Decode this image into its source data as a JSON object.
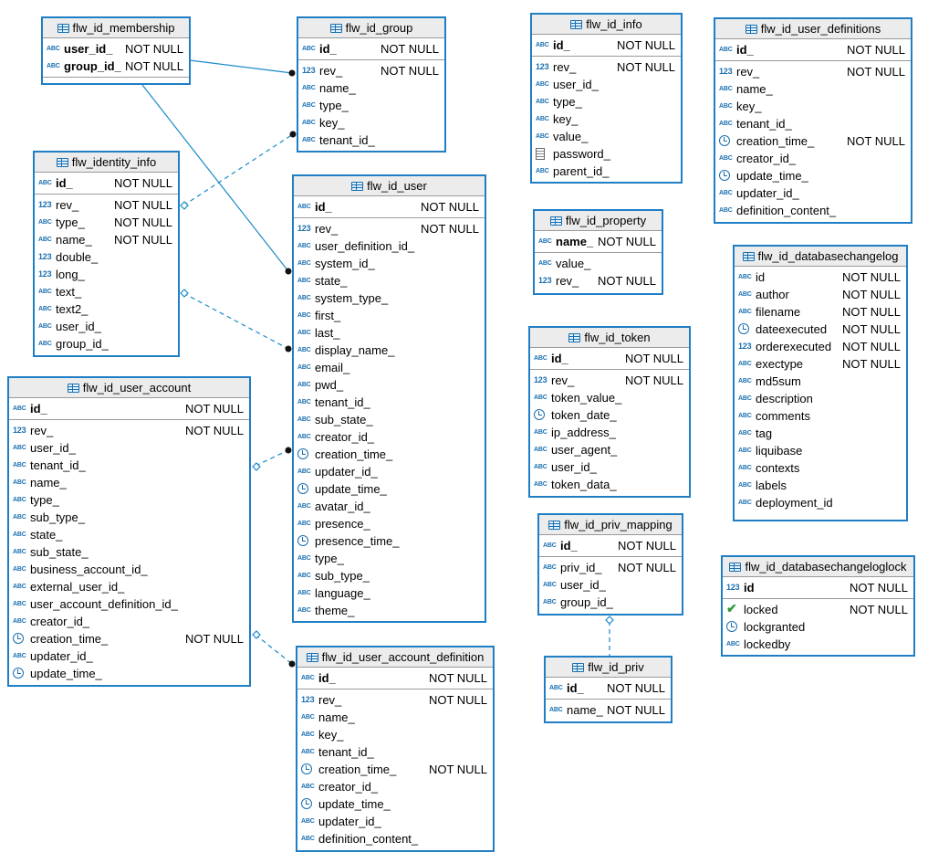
{
  "tables": [
    {
      "id": "flw_id_membership",
      "title": "flw_id_membership",
      "pk": [
        {
          "t": "abc",
          "n": "user_id_",
          "nn": "NOT NULL"
        },
        {
          "t": "abc",
          "n": "group_id_",
          "nn": "NOT NULL"
        }
      ],
      "cols": []
    },
    {
      "id": "flw_id_group",
      "title": "flw_id_group",
      "pk": [
        {
          "t": "abc",
          "n": "id_",
          "nn": "NOT NULL"
        }
      ],
      "cols": [
        {
          "t": "123",
          "n": "rev_",
          "nn": "NOT NULL"
        },
        {
          "t": "abc",
          "n": "name_",
          "nn": ""
        },
        {
          "t": "abc",
          "n": "type_",
          "nn": ""
        },
        {
          "t": "abc",
          "n": "key_",
          "nn": ""
        },
        {
          "t": "abc",
          "n": "tenant_id_",
          "nn": ""
        }
      ]
    },
    {
      "id": "flw_id_info",
      "title": "flw_id_info",
      "pk": [
        {
          "t": "abc",
          "n": "id_",
          "nn": "NOT NULL"
        }
      ],
      "cols": [
        {
          "t": "123",
          "n": "rev_",
          "nn": "NOT NULL"
        },
        {
          "t": "abc",
          "n": "user_id_",
          "nn": ""
        },
        {
          "t": "abc",
          "n": "type_",
          "nn": ""
        },
        {
          "t": "abc",
          "n": "key_",
          "nn": ""
        },
        {
          "t": "abc",
          "n": "value_",
          "nn": ""
        },
        {
          "t": "doc",
          "n": "password_",
          "nn": ""
        },
        {
          "t": "abc",
          "n": "parent_id_",
          "nn": ""
        }
      ]
    },
    {
      "id": "flw_id_user_definitions",
      "title": "flw_id_user_definitions",
      "pk": [
        {
          "t": "abc",
          "n": "id_",
          "nn": "NOT NULL"
        }
      ],
      "cols": [
        {
          "t": "123",
          "n": "rev_",
          "nn": "NOT NULL"
        },
        {
          "t": "abc",
          "n": "name_",
          "nn": ""
        },
        {
          "t": "abc",
          "n": "key_",
          "nn": ""
        },
        {
          "t": "abc",
          "n": "tenant_id_",
          "nn": ""
        },
        {
          "t": "clock",
          "n": "creation_time_",
          "nn": "NOT NULL"
        },
        {
          "t": "abc",
          "n": "creator_id_",
          "nn": ""
        },
        {
          "t": "clock",
          "n": "update_time_",
          "nn": ""
        },
        {
          "t": "abc",
          "n": "updater_id_",
          "nn": ""
        },
        {
          "t": "abc",
          "n": "definition_content_",
          "nn": ""
        }
      ]
    },
    {
      "id": "flw_identity_info",
      "title": "flw_identity_info",
      "pk": [
        {
          "t": "abc",
          "n": "id_",
          "nn": "NOT NULL"
        }
      ],
      "cols": [
        {
          "t": "123",
          "n": "rev_",
          "nn": "NOT NULL"
        },
        {
          "t": "abc",
          "n": "type_",
          "nn": "NOT NULL"
        },
        {
          "t": "abc",
          "n": "name_",
          "nn": "NOT NULL"
        },
        {
          "t": "123",
          "n": "double_",
          "nn": ""
        },
        {
          "t": "123",
          "n": "long_",
          "nn": ""
        },
        {
          "t": "abc",
          "n": "text_",
          "nn": ""
        },
        {
          "t": "abc",
          "n": "text2_",
          "nn": ""
        },
        {
          "t": "abc",
          "n": "user_id_",
          "nn": ""
        },
        {
          "t": "abc",
          "n": "group_id_",
          "nn": ""
        }
      ]
    },
    {
      "id": "flw_id_user",
      "title": "flw_id_user",
      "pk": [
        {
          "t": "abc",
          "n": "id_",
          "nn": "NOT NULL"
        }
      ],
      "cols": [
        {
          "t": "123",
          "n": "rev_",
          "nn": "NOT NULL"
        },
        {
          "t": "abc",
          "n": "user_definition_id_",
          "nn": ""
        },
        {
          "t": "abc",
          "n": "system_id_",
          "nn": ""
        },
        {
          "t": "abc",
          "n": "state_",
          "nn": ""
        },
        {
          "t": "abc",
          "n": "system_type_",
          "nn": ""
        },
        {
          "t": "abc",
          "n": "first_",
          "nn": ""
        },
        {
          "t": "abc",
          "n": "last_",
          "nn": ""
        },
        {
          "t": "abc",
          "n": "display_name_",
          "nn": ""
        },
        {
          "t": "abc",
          "n": "email_",
          "nn": ""
        },
        {
          "t": "abc",
          "n": "pwd_",
          "nn": ""
        },
        {
          "t": "abc",
          "n": "tenant_id_",
          "nn": ""
        },
        {
          "t": "abc",
          "n": "sub_state_",
          "nn": ""
        },
        {
          "t": "abc",
          "n": "creator_id_",
          "nn": ""
        },
        {
          "t": "clock",
          "n": "creation_time_",
          "nn": ""
        },
        {
          "t": "abc",
          "n": "updater_id_",
          "nn": ""
        },
        {
          "t": "clock",
          "n": "update_time_",
          "nn": ""
        },
        {
          "t": "abc",
          "n": "avatar_id_",
          "nn": ""
        },
        {
          "t": "abc",
          "n": "presence_",
          "nn": ""
        },
        {
          "t": "clock",
          "n": "presence_time_",
          "nn": ""
        },
        {
          "t": "abc",
          "n": "type_",
          "nn": ""
        },
        {
          "t": "abc",
          "n": "sub_type_",
          "nn": ""
        },
        {
          "t": "abc",
          "n": "language_",
          "nn": ""
        },
        {
          "t": "abc",
          "n": "theme_",
          "nn": ""
        }
      ]
    },
    {
      "id": "flw_id_property",
      "title": "flw_id_property",
      "pk": [
        {
          "t": "abc",
          "n": "name_",
          "nn": "NOT NULL"
        }
      ],
      "cols": [
        {
          "t": "abc",
          "n": "value_",
          "nn": ""
        },
        {
          "t": "123",
          "n": "rev_",
          "nn": "NOT NULL"
        }
      ]
    },
    {
      "id": "flw_id_databasechangelog",
      "title": "flw_id_databasechangelog",
      "pk": [],
      "cols": [
        {
          "t": "abc",
          "n": "id",
          "nn": "NOT NULL"
        },
        {
          "t": "abc",
          "n": "author",
          "nn": "NOT NULL"
        },
        {
          "t": "abc",
          "n": "filename",
          "nn": "NOT NULL"
        },
        {
          "t": "clock",
          "n": "dateexecuted",
          "nn": "NOT NULL"
        },
        {
          "t": "123",
          "n": "orderexecuted",
          "nn": "NOT NULL"
        },
        {
          "t": "abc",
          "n": "exectype",
          "nn": "NOT NULL"
        },
        {
          "t": "abc",
          "n": "md5sum",
          "nn": ""
        },
        {
          "t": "abc",
          "n": "description",
          "nn": ""
        },
        {
          "t": "abc",
          "n": "comments",
          "nn": ""
        },
        {
          "t": "abc",
          "n": "tag",
          "nn": ""
        },
        {
          "t": "abc",
          "n": "liquibase",
          "nn": ""
        },
        {
          "t": "abc",
          "n": "contexts",
          "nn": ""
        },
        {
          "t": "abc",
          "n": "labels",
          "nn": ""
        },
        {
          "t": "abc",
          "n": "deployment_id",
          "nn": ""
        }
      ]
    },
    {
      "id": "flw_id_token",
      "title": "flw_id_token",
      "pk": [
        {
          "t": "abc",
          "n": "id_",
          "nn": "NOT NULL"
        }
      ],
      "cols": [
        {
          "t": "123",
          "n": "rev_",
          "nn": "NOT NULL"
        },
        {
          "t": "abc",
          "n": "token_value_",
          "nn": ""
        },
        {
          "t": "clock",
          "n": "token_date_",
          "nn": ""
        },
        {
          "t": "abc",
          "n": "ip_address_",
          "nn": ""
        },
        {
          "t": "abc",
          "n": "user_agent_",
          "nn": ""
        },
        {
          "t": "abc",
          "n": "user_id_",
          "nn": ""
        },
        {
          "t": "abc",
          "n": "token_data_",
          "nn": ""
        }
      ]
    },
    {
      "id": "flw_id_user_account",
      "title": "flw_id_user_account",
      "pk": [
        {
          "t": "abc",
          "n": "id_",
          "nn": "NOT NULL"
        }
      ],
      "cols": [
        {
          "t": "123",
          "n": "rev_",
          "nn": "NOT NULL"
        },
        {
          "t": "abc",
          "n": "user_id_",
          "nn": ""
        },
        {
          "t": "abc",
          "n": "tenant_id_",
          "nn": ""
        },
        {
          "t": "abc",
          "n": "name_",
          "nn": ""
        },
        {
          "t": "abc",
          "n": "type_",
          "nn": ""
        },
        {
          "t": "abc",
          "n": "sub_type_",
          "nn": ""
        },
        {
          "t": "abc",
          "n": "state_",
          "nn": ""
        },
        {
          "t": "abc",
          "n": "sub_state_",
          "nn": ""
        },
        {
          "t": "abc",
          "n": "business_account_id_",
          "nn": ""
        },
        {
          "t": "abc",
          "n": "external_user_id_",
          "nn": ""
        },
        {
          "t": "abc",
          "n": "user_account_definition_id_",
          "nn": ""
        },
        {
          "t": "abc",
          "n": "creator_id_",
          "nn": ""
        },
        {
          "t": "clock",
          "n": "creation_time_",
          "nn": "NOT NULL"
        },
        {
          "t": "abc",
          "n": "updater_id_",
          "nn": ""
        },
        {
          "t": "clock",
          "n": "update_time_",
          "nn": ""
        }
      ]
    },
    {
      "id": "flw_id_priv_mapping",
      "title": "flw_id_priv_mapping",
      "pk": [
        {
          "t": "abc",
          "n": "id_",
          "nn": "NOT NULL"
        }
      ],
      "cols": [
        {
          "t": "abc",
          "n": "priv_id_",
          "nn": "NOT NULL"
        },
        {
          "t": "abc",
          "n": "user_id_",
          "nn": ""
        },
        {
          "t": "abc",
          "n": "group_id_",
          "nn": ""
        }
      ]
    },
    {
      "id": "flw_id_databasechangeloglock",
      "title": "flw_id_databasechangeloglock",
      "pk": [
        {
          "t": "123",
          "n": "id",
          "nn": "NOT NULL"
        }
      ],
      "cols": [
        {
          "t": "check",
          "n": "locked",
          "nn": "NOT NULL"
        },
        {
          "t": "clock",
          "n": "lockgranted",
          "nn": ""
        },
        {
          "t": "abc",
          "n": "lockedby",
          "nn": ""
        }
      ]
    },
    {
      "id": "flw_id_user_account_definition",
      "title": "flw_id_user_account_definition",
      "pk": [
        {
          "t": "abc",
          "n": "id_",
          "nn": "NOT NULL"
        }
      ],
      "cols": [
        {
          "t": "123",
          "n": "rev_",
          "nn": "NOT NULL"
        },
        {
          "t": "abc",
          "n": "name_",
          "nn": ""
        },
        {
          "t": "abc",
          "n": "key_",
          "nn": ""
        },
        {
          "t": "abc",
          "n": "tenant_id_",
          "nn": ""
        },
        {
          "t": "clock",
          "n": "creation_time_",
          "nn": "NOT NULL"
        },
        {
          "t": "abc",
          "n": "creator_id_",
          "nn": ""
        },
        {
          "t": "clock",
          "n": "update_time_",
          "nn": ""
        },
        {
          "t": "abc",
          "n": "updater_id_",
          "nn": ""
        },
        {
          "t": "abc",
          "n": "definition_content_",
          "nn": ""
        }
      ]
    },
    {
      "id": "flw_id_priv",
      "title": "flw_id_priv",
      "pk": [
        {
          "t": "abc",
          "n": "id_",
          "nn": "NOT NULL"
        }
      ],
      "cols": [
        {
          "t": "abc",
          "n": "name_",
          "nn": "NOT NULL"
        }
      ]
    }
  ],
  "type_icons": {
    "abc": "ABC",
    "123": "123",
    "clock": "clock-icon",
    "doc": "document-icon",
    "check": "checkmark-icon"
  },
  "colors": {
    "accent": "#1f7ec4",
    "header_bg": "#ececec",
    "line": "#1a8cc9",
    "icon": "#1a6fb0"
  }
}
